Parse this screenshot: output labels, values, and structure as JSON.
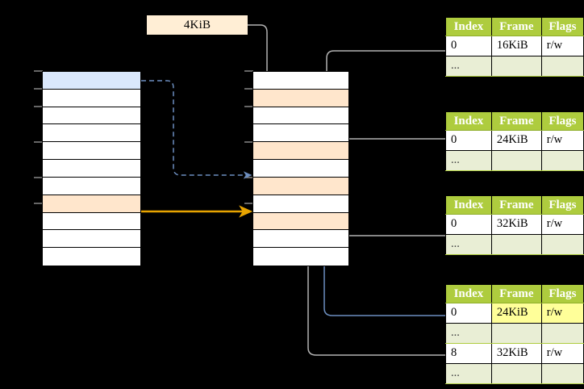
{
  "diagram": {
    "title": "page-table-address-translation",
    "page_size_label": "4KiB",
    "colors": {
      "highlight_blue": "#dae8fc",
      "highlight_peach": "#ffe6cc",
      "highlight_yellow": "#ffff99",
      "table_header_green": "#aecc3e",
      "table_alt_row": "#e9eed5",
      "arrow_orange": "#e8a400",
      "arrow_blue": "#6c8ebf",
      "arrow_gray": "#b3b3b3",
      "label_box_bg": "#ffeed5"
    },
    "left_column": {
      "name": "virtual-memory-column",
      "rows": [
        {
          "fill": "blue"
        },
        {
          "fill": "white"
        },
        {
          "fill": "white"
        },
        {
          "fill": "white"
        },
        {
          "fill": "white"
        },
        {
          "fill": "white"
        },
        {
          "fill": "white"
        },
        {
          "fill": "peach"
        },
        {
          "fill": "white"
        },
        {
          "fill": "white"
        },
        {
          "fill": "white"
        }
      ]
    },
    "middle_column": {
      "name": "physical-memory-column",
      "rows": [
        {
          "fill": "white"
        },
        {
          "fill": "peach"
        },
        {
          "fill": "white"
        },
        {
          "fill": "white"
        },
        {
          "fill": "peach"
        },
        {
          "fill": "white"
        },
        {
          "fill": "peach"
        },
        {
          "fill": "white"
        },
        {
          "fill": "peach"
        },
        {
          "fill": "white"
        },
        {
          "fill": "white"
        }
      ]
    },
    "tables": [
      {
        "name": "page-table-1",
        "headers": [
          "Index",
          "Frame",
          "Flags"
        ],
        "rows": [
          {
            "type": "data",
            "index": "0",
            "frame": "16KiB",
            "flags": "r/w"
          },
          {
            "type": "dots",
            "index": "...",
            "frame": "",
            "flags": ""
          }
        ]
      },
      {
        "name": "page-table-2",
        "headers": [
          "Index",
          "Frame",
          "Flags"
        ],
        "rows": [
          {
            "type": "data",
            "index": "0",
            "frame": "24KiB",
            "flags": "r/w"
          },
          {
            "type": "dots",
            "index": "...",
            "frame": "",
            "flags": ""
          }
        ]
      },
      {
        "name": "page-table-3",
        "headers": [
          "Index",
          "Frame",
          "Flags"
        ],
        "rows": [
          {
            "type": "data",
            "index": "0",
            "frame": "32KiB",
            "flags": "r/w"
          },
          {
            "type": "dots",
            "index": "...",
            "frame": "",
            "flags": ""
          }
        ]
      },
      {
        "name": "page-table-4",
        "headers": [
          "Index",
          "Frame",
          "Flags"
        ],
        "rows": [
          {
            "type": "data",
            "index": "0",
            "frame": "24KiB",
            "flags": "r/w",
            "highlight": [
              "frame",
              "flags"
            ]
          },
          {
            "type": "dots",
            "index": "...",
            "frame": "",
            "flags": ""
          },
          {
            "type": "data",
            "index": "8",
            "frame": "32KiB",
            "flags": "r/w"
          },
          {
            "type": "dots",
            "index": "...",
            "frame": "",
            "flags": ""
          }
        ]
      }
    ]
  }
}
